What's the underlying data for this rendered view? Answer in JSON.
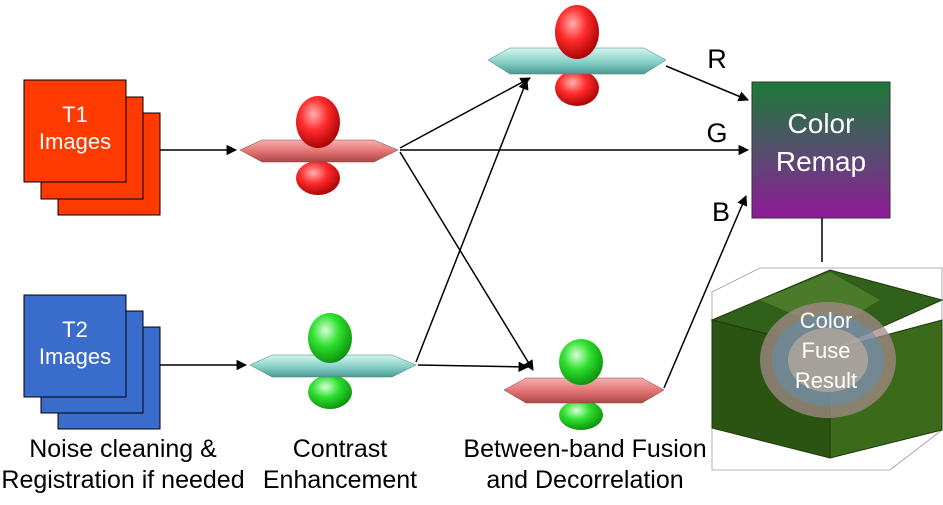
{
  "inputs": {
    "t1": {
      "line1": "T1",
      "line2": "Images",
      "color": "#ff3300"
    },
    "t2": {
      "line1": "T2",
      "line2": "Images",
      "color": "#3366cc"
    }
  },
  "channels": {
    "r": "R",
    "g": "G",
    "b": "B"
  },
  "remap": {
    "line1": "Color",
    "line2": "Remap",
    "top_color": "#1a7a3a",
    "bottom_color": "#8a1a9a"
  },
  "result": {
    "line1": "Color",
    "line2": "Fuse",
    "line3": "Result"
  },
  "stages": {
    "noise": {
      "line1": "Noise cleaning &",
      "line2": "Registration if needed"
    },
    "contrast": {
      "line1": "Contrast",
      "line2": "Enhancement"
    },
    "fusion": {
      "line1": "Between-band Fusion",
      "line2": "and Decorrelation"
    }
  },
  "colors": {
    "red_lobe": "#ee2222",
    "green_lobe": "#22dd22",
    "pink_disc": "#e07878",
    "cyan_disc": "#7fcfc8",
    "result_plane": "#2f5a12"
  }
}
